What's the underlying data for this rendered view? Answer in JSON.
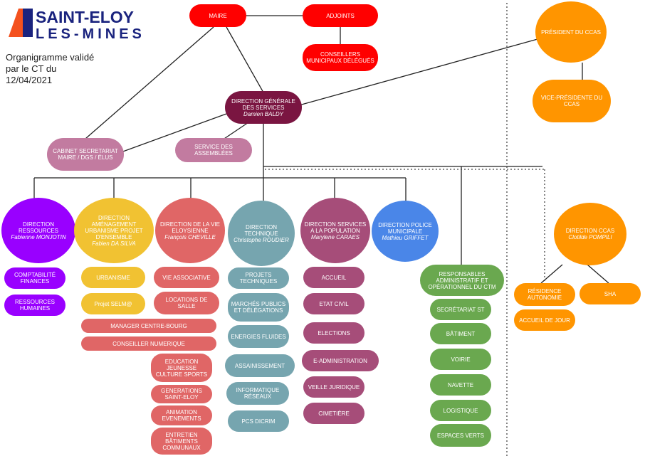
{
  "logo": {
    "line1": "SAINT-ELOY",
    "line2": "LES-MINES"
  },
  "caption": "Organigramme validé par le CT du 12/04/2021",
  "colors": {
    "red": "#ff0000",
    "orange": "#ff9500",
    "maroon": "#7a1541",
    "pink": "#c27ba0",
    "purple": "#9900ff",
    "yellow": "#f1c232",
    "coral": "#e06666",
    "teal": "#76a5af",
    "plum": "#a64d79",
    "blue": "#4a86e8",
    "green": "#6aa84f"
  },
  "top": {
    "maire": "MAIRE",
    "adjoints": "ADJOINTS",
    "conseillers": "CONSEILLERS MUNICIPAUX DÉLÉGUÉS",
    "president": "PRÉSIDENT DU CCAS",
    "vice_president": "VICE-PRÉSIDENTE DU CCAS"
  },
  "dgs": {
    "title": "DIRECTION GÉNÉRALE DES SERVICES",
    "name": "Damien BALDY"
  },
  "cabinet": "CABINET SECRETARIAT MAIRE / DGS / ÉLUS",
  "assemblees": "SERVICE DES ASSEMBLÉES",
  "directions": {
    "ressources": {
      "title": "DIRECTION RESSOURCES",
      "name": "Fabienne MONJOTIN"
    },
    "amenagement": {
      "title": "DIRECTION AMÉNAGEMENT URBANISME PROJET D'ENSEMBLE",
      "name": "Fabien DA SILVA"
    },
    "vie": {
      "title": "DIRECTION DE LA VIE ELOYSIENNE",
      "name": "François CHEVILLE"
    },
    "technique": {
      "title": "DIRECTION TECHNIQUE",
      "name": "Christophe ROUDIER"
    },
    "population": {
      "title": "DIRECTION SERVICES A LA POPULATION",
      "name": "Marylene CARAES"
    },
    "police": {
      "title": "DIRECTION POLICE MUNICIPALE",
      "name": "Mathieu GRIFFET"
    },
    "ccas": {
      "title": "DIRECTION CCAS",
      "name": "Clotilde POMPILI"
    }
  },
  "services": {
    "ressources": [
      "COMPTABILITÉ FINANCES",
      "RESSOURCES HUMAINES"
    ],
    "amenagement": [
      "URBANISME",
      "Projet SELM@"
    ],
    "shared": [
      "MANAGER CENTRE-BOURG",
      "CONSEILLER NUMERIQUE"
    ],
    "vie": [
      "VIE ASSOCIATIVE",
      "LOCATIONS DE SALLE",
      "EDUCATION JEUNESSE CULTURE SPORTS",
      "GENERATIONS SAINT-ELOY",
      "ANIMATION EVENEMENTS",
      "ENTRETIEN BÂTIMENTS COMMUNAUX"
    ],
    "technique": [
      "PROJETS TECHNIQUES",
      "MARCHÉS PUBLICS ET DÉLÉGATIONS",
      "ENERGIES FLUIDES",
      "ASSAINISSEMENT",
      "INFORMATIQUE RÉSEAUX",
      "PCS DICRIM"
    ],
    "population": [
      "ACCUEIL",
      "ETAT CIVIL",
      "ELECTIONS",
      "E-ADMINISTRATION",
      "VEILLE JURIDIQUE",
      "CIMETIÈRE"
    ],
    "ctm_head": "RESPONSABLES ADMINISTRATIF ET OPÉRATIONNEL DU CTM",
    "ctm": [
      "SECRÉTARIAT ST",
      "BÂTIMENT",
      "VOIRIE",
      "NAVETTE",
      "LOGISTIQUE",
      "ESPACES VERTS"
    ],
    "ccas": [
      "RÉSIDENCE AUTONOMIE",
      "ACCUEIL DE JOUR",
      "SHA"
    ]
  }
}
